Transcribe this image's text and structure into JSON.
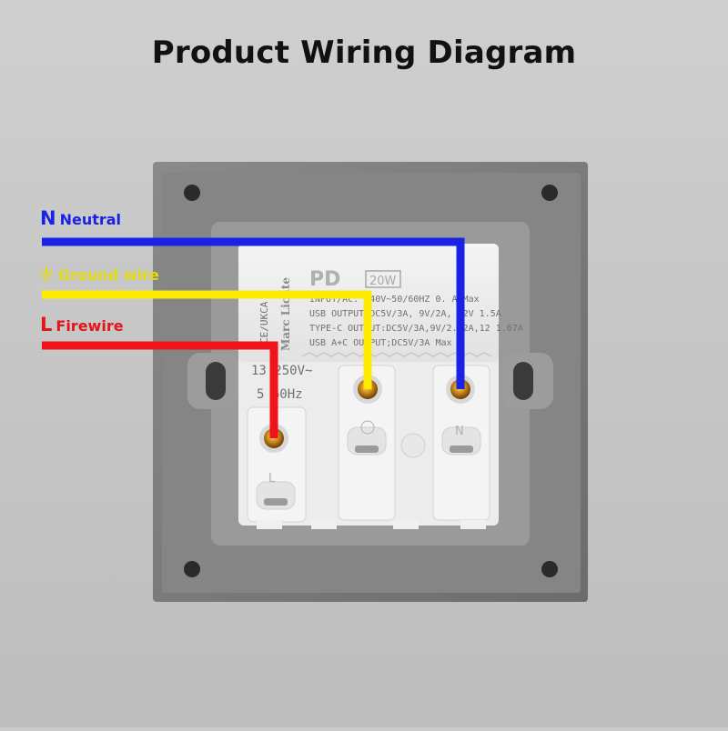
{
  "title": "Product Wiring Diagram",
  "wires": [
    {
      "letter": "N",
      "label": "Neutral",
      "color": "#1a22e6"
    },
    {
      "letter": "",
      "label": "Ground wire",
      "color": "#ffea00",
      "icon": "ground-icon"
    },
    {
      "letter": "L",
      "label": "Firewire",
      "color": "#f0141a"
    }
  ],
  "module": {
    "brand": "PD",
    "power": "20W",
    "cert_text": "CE/UKCA",
    "maker": "Marc Lichte",
    "spec_lines": [
      "INPUT/AC:  240V~50/60HZ 0.  A Max",
      "USB OUTPUT:DC5V/3A, 9V/2A, 12V 1.5A",
      "TYPE-C OUTPUT:DC5V/3A,9V/2.22A,12 1.67A",
      "USB A+C OUTPUT;DC5V/3A Max"
    ],
    "rating_1": "13  250V~",
    "rating_2": "5  60Hz",
    "terminal_l": "L",
    "terminal_n": "N"
  }
}
